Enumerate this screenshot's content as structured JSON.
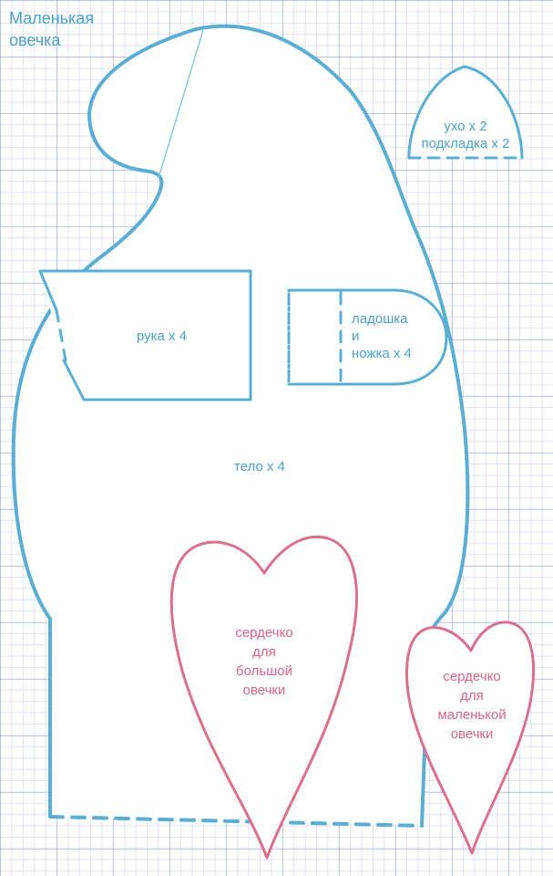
{
  "title": "Маленькая\nовечка",
  "colors": {
    "outline_blue": "#5aaed3",
    "outline_pink": "#d9708e",
    "grid": "#b5bde9"
  },
  "pieces": {
    "ear": {
      "line1": "ухо х 2",
      "line2": "подкладка х 2"
    },
    "arm": {
      "label": "рука х 4"
    },
    "palm": {
      "line1": "ладошка",
      "line2": "и",
      "line3": "ножка х 4"
    },
    "body": {
      "label": "тело х 4"
    },
    "heart_big": {
      "line1": "сердечко",
      "line2": "для",
      "line3": "большой",
      "line4": "овечки"
    },
    "heart_small": {
      "line1": "сердечко",
      "line2": "для",
      "line3": "маленькой",
      "line4": "овечки"
    }
  }
}
